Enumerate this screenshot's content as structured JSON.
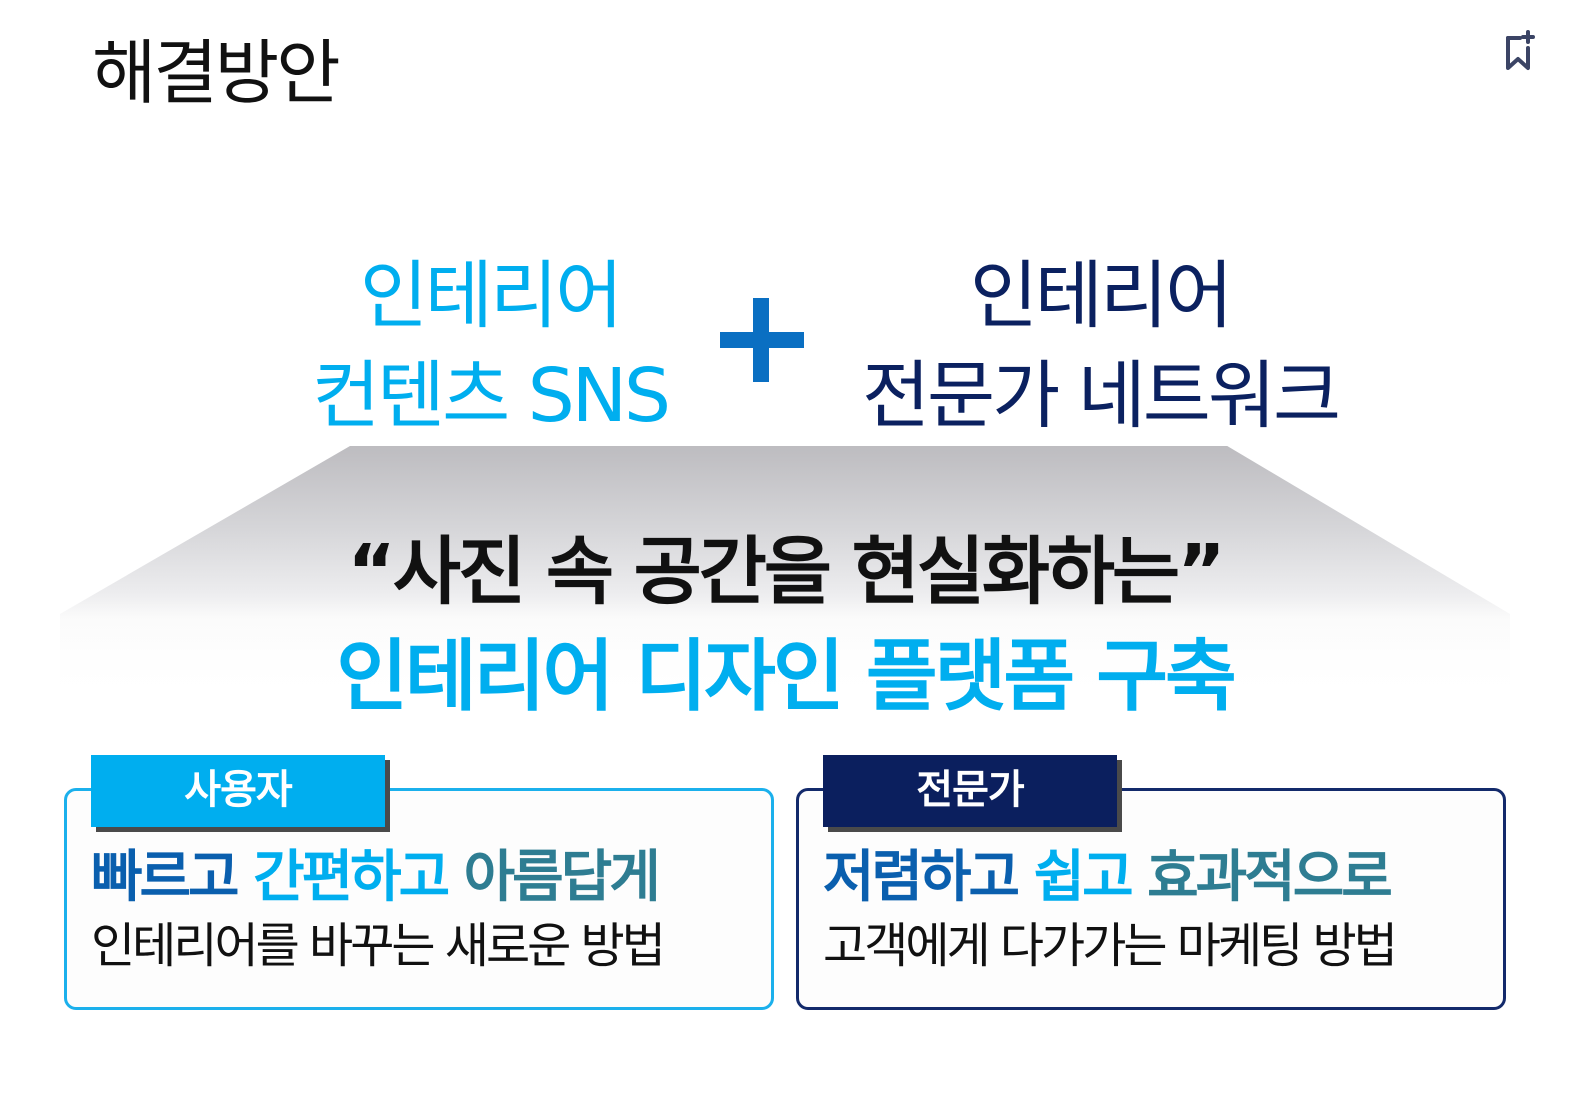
{
  "page": {
    "title": "해결방안",
    "bookmark_icon": "bookmark-add-icon"
  },
  "headline": {
    "left": {
      "line1": "인테리어",
      "line2": "컨텐츠 SNS",
      "color": "#00aeef"
    },
    "plus_icon": "plus-icon",
    "plus_color": "#0a6fc2",
    "right": {
      "line1": "인테리어",
      "line2": "전문가 네트워크",
      "color": "#0b2160"
    }
  },
  "slogan": {
    "quote": "“사진 속 공간을 현실화하는”",
    "main": "인테리어 디자인 플랫폼 구축"
  },
  "cards": [
    {
      "tag": "사용자",
      "tag_color": "#00aeef",
      "headline": [
        {
          "text": "빠르고",
          "color": "#0a5fae"
        },
        {
          "text": "간편하고",
          "color": "#00aeef"
        },
        {
          "text": "아름답게",
          "color": "#2e7d92"
        }
      ],
      "description": "인테리어를 바꾸는 새로운 방법"
    },
    {
      "tag": "전문가",
      "tag_color": "#0b1f5e",
      "headline": [
        {
          "text": "저렴하고",
          "color": "#0a5fae"
        },
        {
          "text": "쉽고",
          "color": "#00aeef"
        },
        {
          "text": "효과적으로",
          "color": "#2e7d92"
        }
      ],
      "description": "고객에게 다가가는 마케팅 방법"
    }
  ]
}
